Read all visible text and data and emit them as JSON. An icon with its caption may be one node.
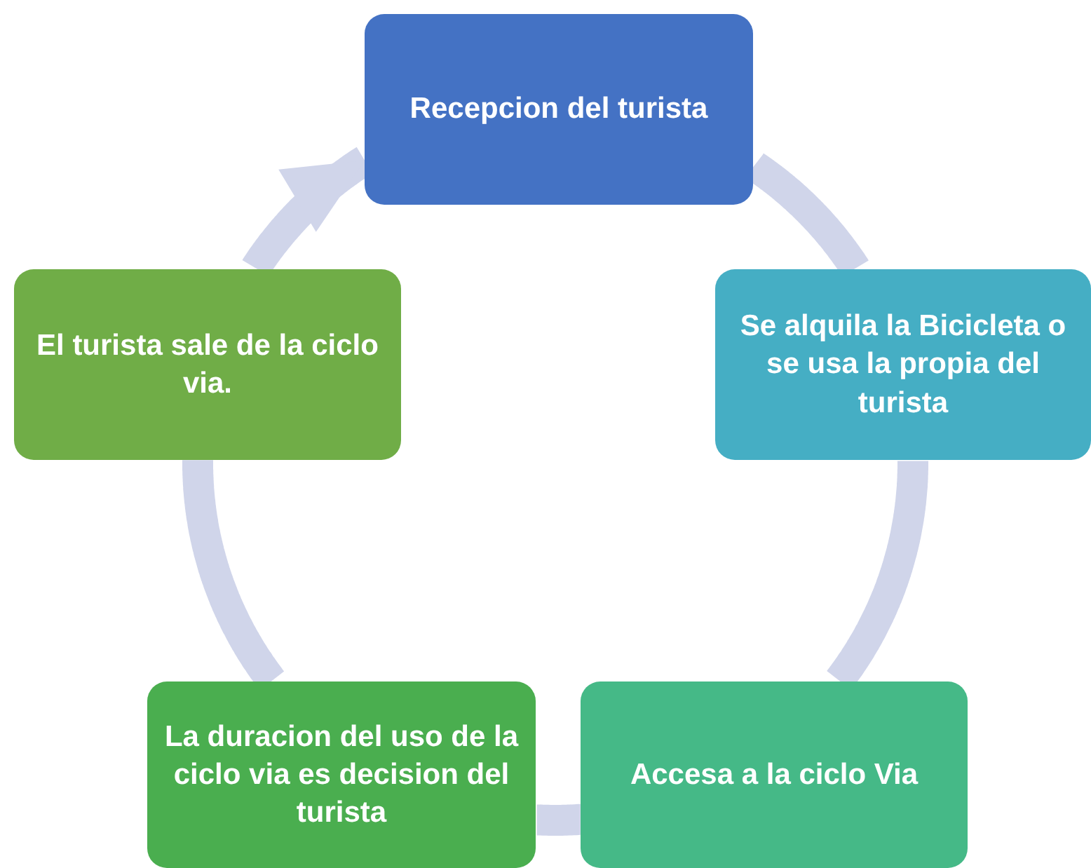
{
  "diagram": {
    "nodes": [
      {
        "text": [
          "Recepcion del turista"
        ]
      },
      {
        "text": [
          "Se alquila la Bicicleta o se usa la propia del turista"
        ]
      },
      {
        "text": [
          "Accesa a la ciclo Via"
        ]
      },
      {
        "text": [
          "La duracion del uso de la ciclo via es decision del turista"
        ]
      },
      {
        "text": [
          "El turista sale de la ciclo via."
        ]
      }
    ],
    "edges": [
      {
        "from": 0,
        "to": 1,
        "arrow": "none"
      },
      {
        "from": 1,
        "to": 2,
        "arrow": "none"
      },
      {
        "from": 2,
        "to": 3,
        "arrow": "none"
      },
      {
        "from": 3,
        "to": 4,
        "arrow": "none"
      },
      {
        "from": 4,
        "to": 0,
        "arrow": "to"
      }
    ]
  }
}
